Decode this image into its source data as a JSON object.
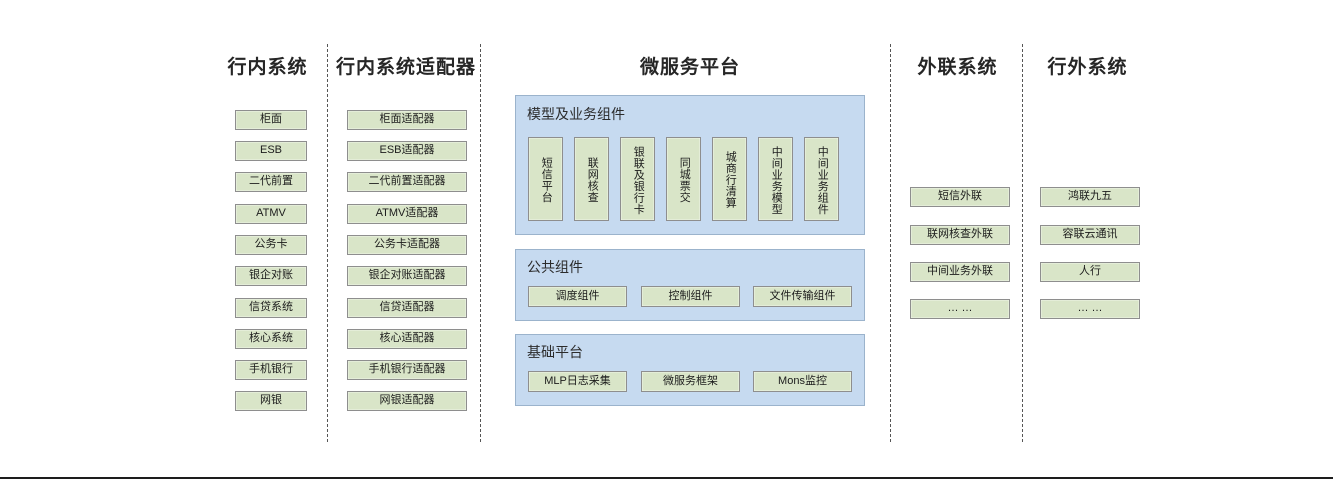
{
  "columns": {
    "internal_systems": {
      "title": "行内系统",
      "items": [
        "柜面",
        "ESB",
        "二代前置",
        "ATMV",
        "公务卡",
        "银企对账",
        "信贷系统",
        "核心系统",
        "手机银行",
        "网银"
      ]
    },
    "internal_adapters": {
      "title": "行内系统适配器",
      "items": [
        "柜面适配器",
        "ESB适配器",
        "二代前置适配器",
        "ATMV适配器",
        "公务卡适配器",
        "银企对账适配器",
        "信贷适配器",
        "核心适配器",
        "手机银行适配器",
        "网银适配器"
      ]
    },
    "microservice_platform": {
      "title": "微服务平台",
      "groups": [
        {
          "name": "模型及业务组件",
          "orientation": "vertical",
          "items": [
            "短信平台",
            "联网核查",
            "银联及银行卡",
            "同城票交",
            "城商行清算",
            "中间业务模型",
            "中间业务组件"
          ]
        },
        {
          "name": "公共组件",
          "orientation": "horizontal",
          "items": [
            "调度组件",
            "控制组件",
            "文件传输组件"
          ]
        },
        {
          "name": "基础平台",
          "orientation": "horizontal",
          "items": [
            "MLP日志采集",
            "微服务框架",
            "Mons监控"
          ]
        }
      ]
    },
    "external_link_systems": {
      "title": "外联系统",
      "items": [
        "短信外联",
        "联网核查外联",
        "中间业务外联",
        "… …"
      ]
    },
    "outside_bank_systems": {
      "title": "行外系统",
      "items": [
        "鸿联九五",
        "容联云通讯",
        "人行",
        "… …"
      ]
    }
  },
  "colors": {
    "node_fill": "#d9e5c8",
    "node_border": "#8e8e8e",
    "panel_fill": "#c6daf0",
    "panel_border": "#9bb3cc",
    "divider": "#555555",
    "text": "#1a1a1a"
  }
}
